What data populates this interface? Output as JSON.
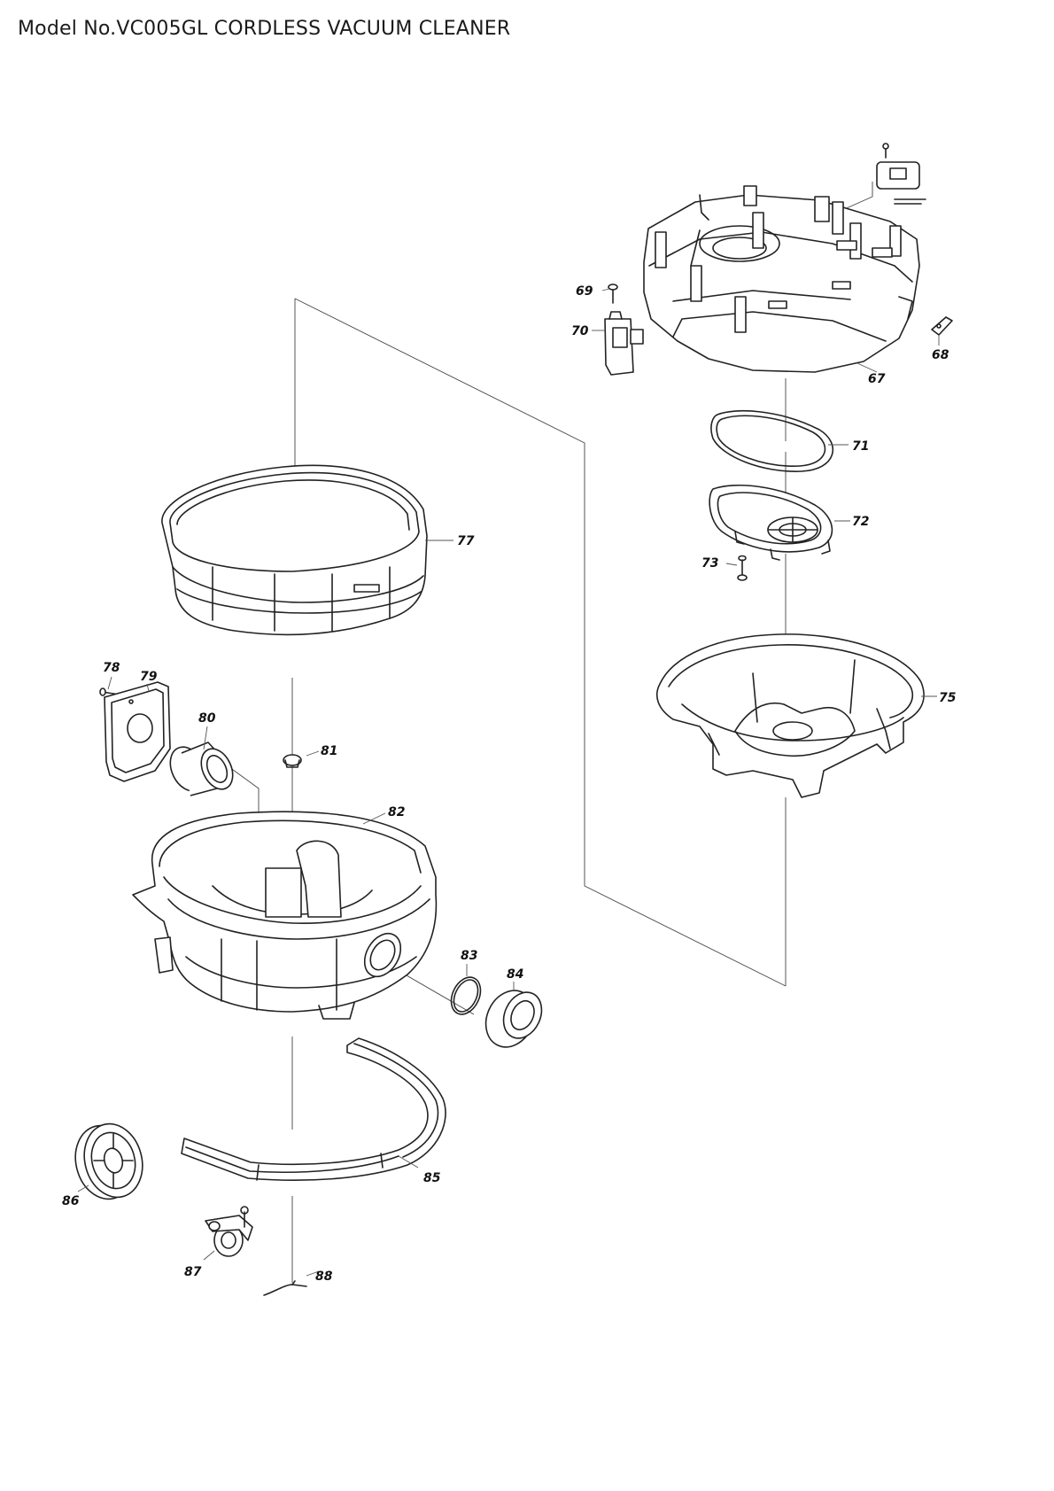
{
  "title": "Model No.VC005GL CORDLESS VACUUM CLEANER",
  "parts": [
    {
      "id": "p67",
      "label": "67"
    },
    {
      "id": "p68",
      "label": "68"
    },
    {
      "id": "p69",
      "label": "69"
    },
    {
      "id": "p70",
      "label": "70"
    },
    {
      "id": "p71",
      "label": "71"
    },
    {
      "id": "p72",
      "label": "72"
    },
    {
      "id": "p73",
      "label": "73"
    },
    {
      "id": "p75",
      "label": "75"
    },
    {
      "id": "p77",
      "label": "77"
    },
    {
      "id": "p78",
      "label": "78"
    },
    {
      "id": "p79",
      "label": "79"
    },
    {
      "id": "p80",
      "label": "80"
    },
    {
      "id": "p81",
      "label": "81"
    },
    {
      "id": "p82",
      "label": "82"
    },
    {
      "id": "p83",
      "label": "83"
    },
    {
      "id": "p84",
      "label": "84"
    },
    {
      "id": "p85",
      "label": "85"
    },
    {
      "id": "p86",
      "label": "86"
    },
    {
      "id": "p87",
      "label": "87"
    },
    {
      "id": "p88",
      "label": "88"
    }
  ]
}
